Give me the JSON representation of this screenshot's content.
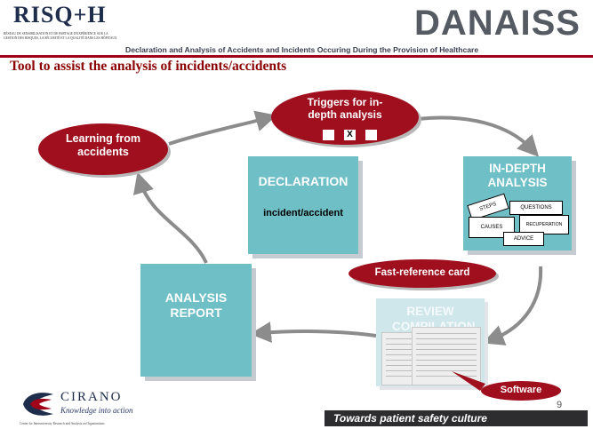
{
  "header": {
    "logo_text": "RISQ+H",
    "logo_lines": [
      "RÉSEAU DE SENSIBILISATION ET DE PARTAGE D'EXPÉRIENCE SUR LA",
      "GESTION DES RISQUES, LA SÉCURITÉ ET LA QUALITÉ DANS LES HÔPITAUX"
    ],
    "title": "DANAISS",
    "subtitle": "Declaration and Analysis of Accidents and Incidents Occuring During the Provision of Healthcare"
  },
  "slide_title": "Tool to assist the analysis of incidents/accidents",
  "nodes": {
    "learning": "Learning from accidents",
    "triggers": "Triggers for in-depth analysis",
    "trigger_mark": "X",
    "declaration_title": "DECLARATION",
    "declaration_sub": "incident/accident",
    "indepth_title": "IN-DEPTH ANALYSIS",
    "fast_reference": "Fast-reference card",
    "review": "REVIEW COMPILATION",
    "report": "ANALYSIS REPORT",
    "software": "Software"
  },
  "cards": [
    "STEPS",
    "QUESTIONS",
    "CAUSES",
    "RECUPERATION",
    "ADVICE"
  ],
  "footer": {
    "cirano_name": "CIRANO",
    "cirano_tagline": "Knowledge into action",
    "cirano_full": "Center for Interuniversity Research and Analysis on Organizations",
    "culture": "Towards patient safety culture",
    "page_number": "9"
  },
  "colors": {
    "teal": "#6fbfc7",
    "dark_red": "#a00f1e",
    "header_rule": "#a00018",
    "arrow_gray": "#8c8c8c"
  }
}
